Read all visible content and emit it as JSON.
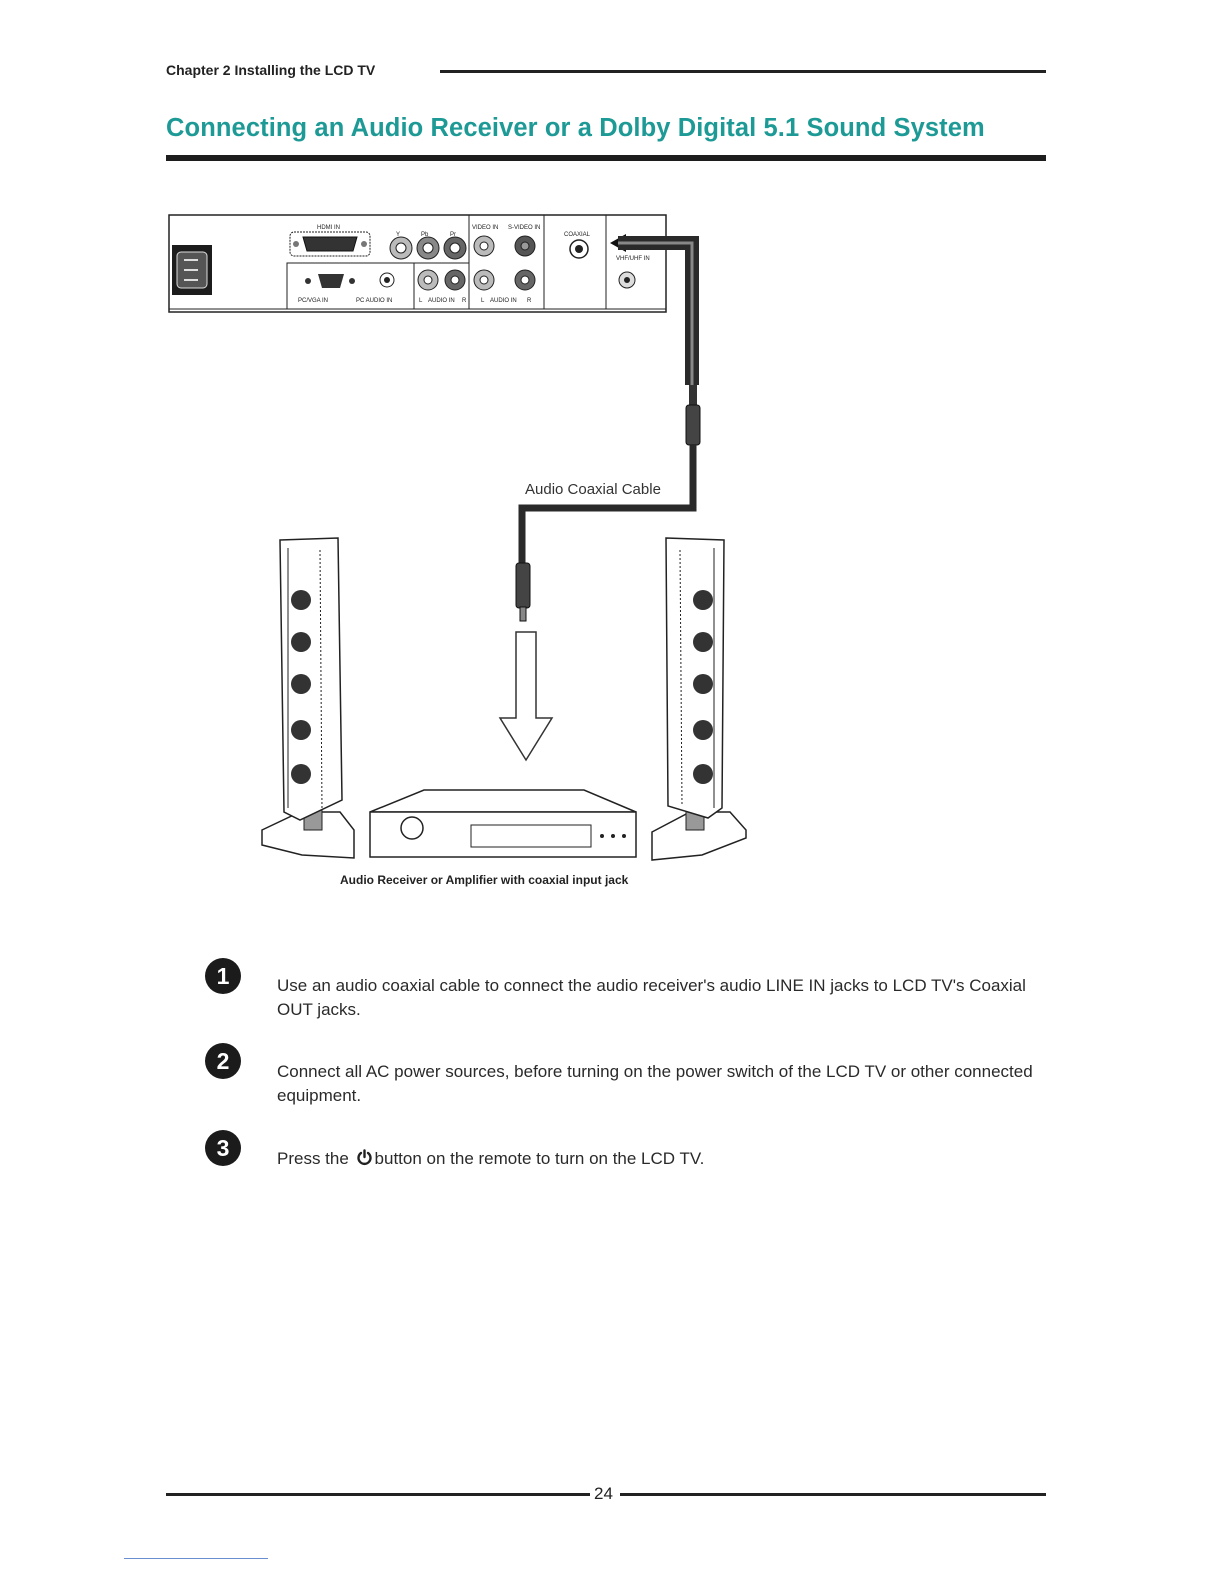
{
  "header": {
    "chapter": "Chapter 2 Installing the LCD TV",
    "title": "Connecting an Audio Receiver or a Dolby Digital 5.1 Sound System"
  },
  "panel": {
    "hdmi_in": "HDMI IN",
    "y": "Y",
    "pb": "Pb",
    "pr": "Pr",
    "video_in": "VIDEO IN",
    "s_video_in": "S-VIDEO IN",
    "coaxial": "COAXIAL",
    "vhf_uhf_in": "VHF/UHF IN",
    "pc_vga_in": "PC/VGA IN",
    "pc_audio_in": "PC AUDIO IN",
    "audio_in_1_left": "L",
    "audio_in_1_label": "AUDIO IN",
    "audio_in_1_right": "R",
    "audio_in_2_left": "L",
    "audio_in_2_label": "AUDIO IN",
    "audio_in_2_right": "R"
  },
  "diagram": {
    "cable_label": "Audio Coaxial Cable",
    "receiver_caption": "Audio Receiver or Amplifier with coaxial input jack"
  },
  "steps": [
    {
      "number": "1",
      "text": "Use an audio coaxial cable to connect the audio receiver's audio LINE IN jacks to LCD TV's Coaxial OUT jacks."
    },
    {
      "number": "2",
      "text": "Connect all AC power sources, before turning on the power switch of the LCD TV or other connected equipment."
    },
    {
      "number": "3",
      "text_before": "Press the",
      "icon": "power-icon",
      "text_after": "button on the remote to turn on the LCD TV."
    }
  ],
  "footer": {
    "page_number": "24"
  }
}
